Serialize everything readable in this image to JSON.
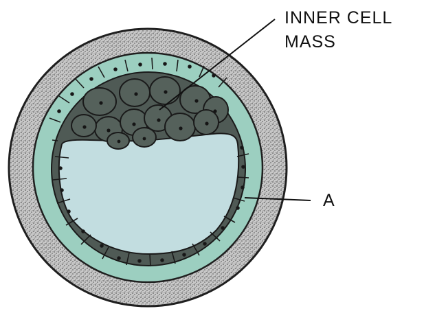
{
  "labels": {
    "inner_cell_mass_line1": "INNER CELL",
    "inner_cell_mass_line2": "MASS",
    "a": "A"
  },
  "colors": {
    "zona_fill": "#bdbdbd",
    "zona_speckle": "#5f5f5f",
    "outer_space": "#9ccfc0",
    "cavity": "#c2dde0",
    "cell_fill": "#4f5a55",
    "cell_outline": "#1a1a1a",
    "nucleus": "#151515",
    "outline": "#1f1f1f"
  },
  "icons": {
    "pattern": "stipple-texture"
  }
}
